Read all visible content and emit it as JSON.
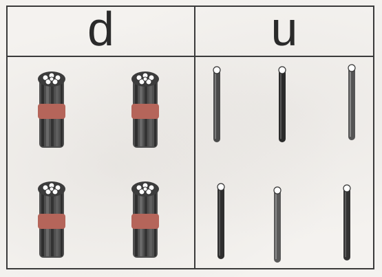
{
  "table": {
    "headers": [
      "d",
      "u"
    ]
  },
  "left_cell": {
    "items": [
      "stranded-bundle",
      "stranded-bundle",
      "stranded-bundle",
      "stranded-bundle"
    ]
  },
  "right_cell": {
    "items": [
      "solid-rod",
      "solid-rod",
      "solid-rod",
      "solid-rod",
      "solid-rod",
      "solid-rod"
    ]
  },
  "colors": {
    "line": "#3a3a3a",
    "band": "#b5655a",
    "strand": "#4a4a4a"
  }
}
